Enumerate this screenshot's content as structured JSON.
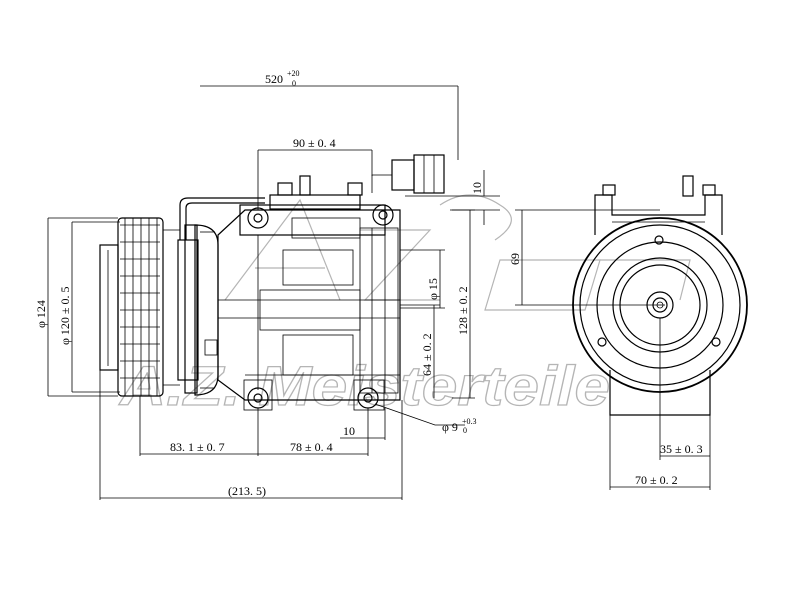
{
  "dimensions": {
    "length_520": "520",
    "length_520_tol_upper": "+20",
    "length_520_tol_lower": "0",
    "d_90": "90 ± 0. 4",
    "d_10_top": "10",
    "d_69": "69",
    "d_phi15": "φ 15",
    "d_128": "128 ± 0. 2",
    "d_64": "64 ± 0. 2",
    "d_phi124": "φ 124",
    "d_phi120": "φ 120 ± 0. 5",
    "d_83_1": "83. 1 ± 0. 7",
    "d_78": "78 ± 0. 4",
    "d_10_bottom": "10",
    "d_phi9": "φ 9",
    "d_phi9_tol_upper": "+0.3",
    "d_phi9_tol_lower": "0",
    "d_213_5": "(213. 5)",
    "d_35": "35 ± 0. 3",
    "d_70": "70 ± 0. 2"
  },
  "watermark": {
    "text": "A.Z. Meisterteile",
    "color": "#b5b5b5"
  }
}
